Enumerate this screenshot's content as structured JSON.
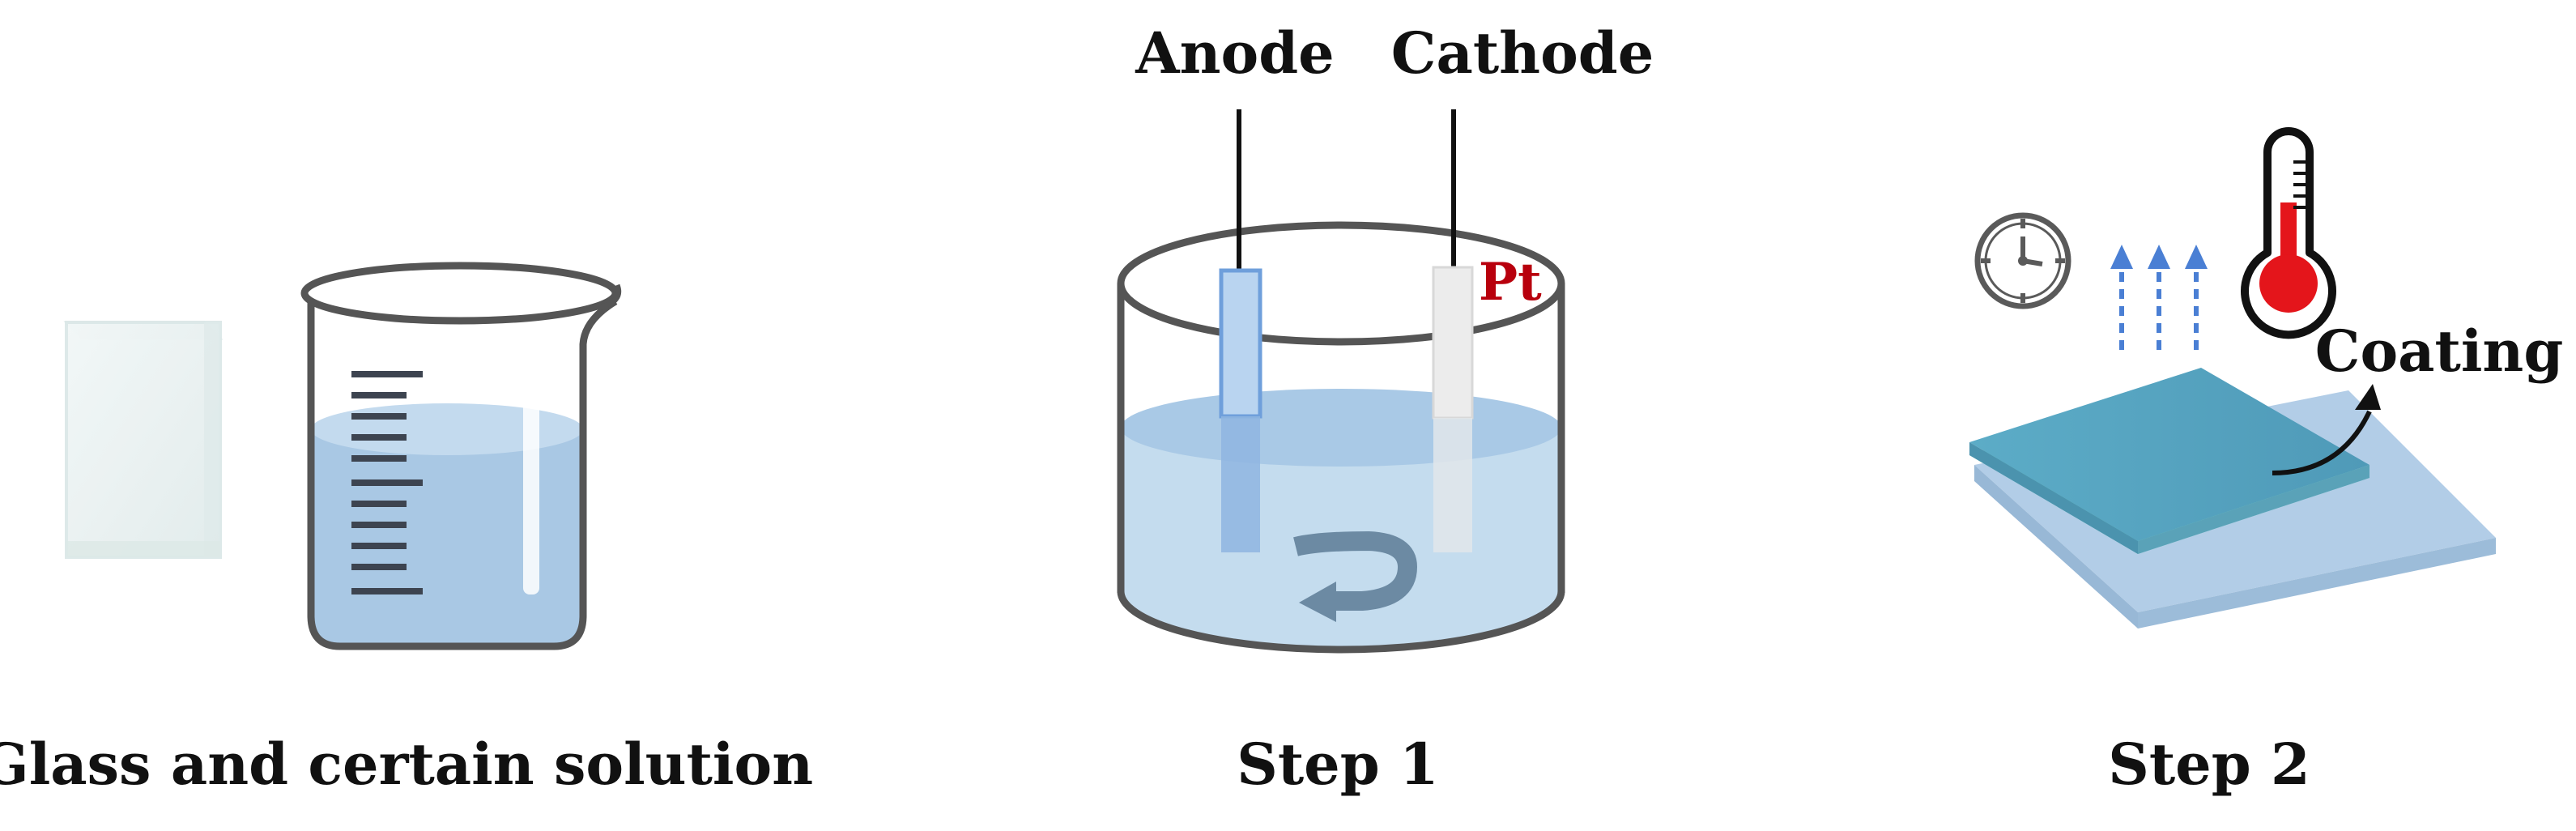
{
  "labels": {
    "glass_solution": "Glass and certain solution",
    "step1": "Step 1",
    "step2": "Step 2",
    "anode": "Anode",
    "cathode": "Cathode",
    "pt": "Pt",
    "coating": "Coating"
  },
  "colors": {
    "liquid": "#a9c8e4",
    "liquid_top": "#c3daee",
    "outline": "#555555",
    "anode": "#9fc3ea",
    "cathode": "#e6e6e6",
    "pt_text": "#b8000d",
    "coating": "#5aa5c2",
    "substrate": "#aac8e4",
    "arrows": "#4a7fd4",
    "thermo_red": "#e4151b",
    "stir_arrow": "#6c8aa3"
  },
  "icons": [
    "clock-icon",
    "thermometer-icon",
    "rising-heat-arrows-icon",
    "stir-arrow-icon",
    "pointer-arrow-icon"
  ]
}
